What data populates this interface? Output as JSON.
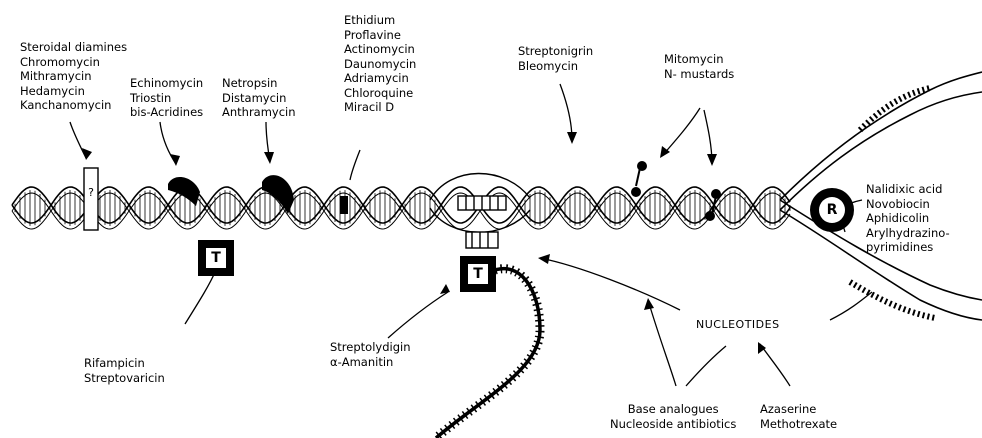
{
  "groups": {
    "steroidal": [
      "Steroidal diamines",
      "Chromomycin",
      "Mithramycin",
      "Hedamycin",
      "Kanchanomycin"
    ],
    "echinomycin": [
      "Echinomycin",
      "Triostin",
      "bis-Acridines"
    ],
    "netropsin": [
      "Netropsin",
      "Distamycin",
      "Anthramycin"
    ],
    "intercalators": [
      "Ethidium",
      "Proflavine",
      "Actinomycin",
      "Daunomycin",
      "Adriamycin",
      "Chloroquine",
      "Miracil D"
    ],
    "streptonigrin": [
      "Streptonigrin",
      "Bleomycin"
    ],
    "mitomycin": [
      "Mitomycin",
      "N- mustards"
    ],
    "nalidixic": [
      "Nalidixic acid",
      "Novobiocin",
      "Aphidicolin",
      "Arylhydrazino-",
      "pyrimidines"
    ],
    "rifampicin": [
      "Rifampicin",
      "Streptovaricin"
    ],
    "streptolydigin": [
      "Streptolydigin",
      "α-Amanitin"
    ],
    "base_analogues": [
      "Base analogues",
      "Nucleoside antibiotics"
    ],
    "azaserine": [
      "Azaserine",
      "Methotrexate"
    ]
  },
  "nucleotides": "NUCLEOTIDES",
  "marker_t1": "T",
  "marker_t2": "T",
  "marker_r": "R",
  "question_mark": "?"
}
